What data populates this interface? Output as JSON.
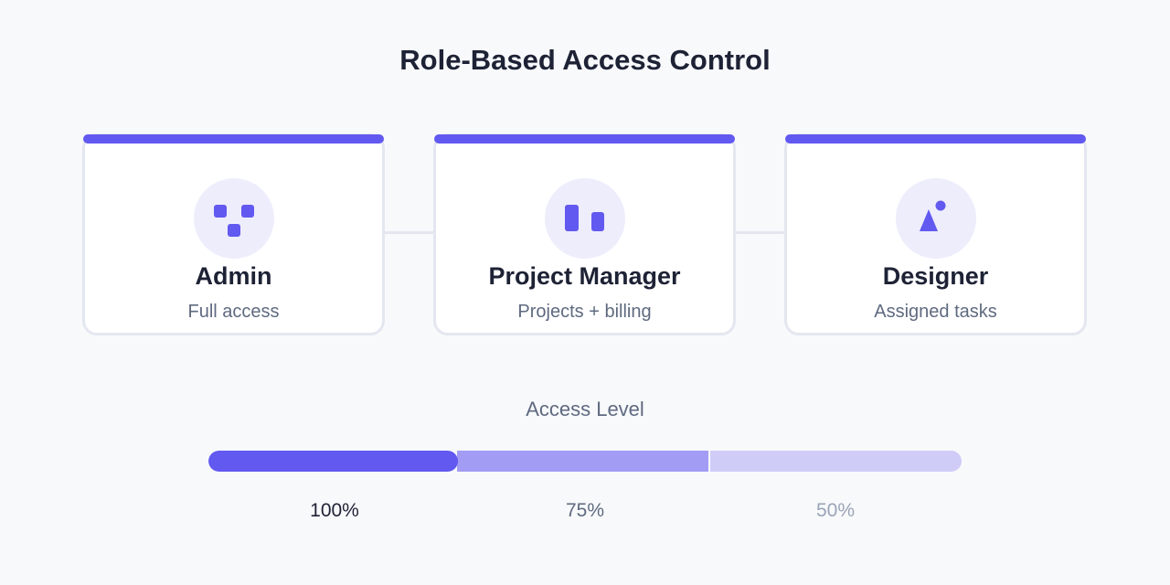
{
  "title": "Role-Based Access Control",
  "colors": {
    "accent": "#6159f0",
    "accent_mid": "#a29cf4",
    "accent_light": "#cfcdf7",
    "icon_bg": "#eeedfc",
    "card_border": "#e4e7ef"
  },
  "roles": [
    {
      "name": "Admin",
      "description": "Full access",
      "icon": "three-squares-icon"
    },
    {
      "name": "Project Manager",
      "description": "Projects + billing",
      "icon": "two-bars-icon"
    },
    {
      "name": "Designer",
      "description": "Assigned tasks",
      "icon": "triangle-dot-icon"
    }
  ],
  "access_level": {
    "label": "Access Level",
    "levels": [
      {
        "value_label": "100%",
        "value": 100
      },
      {
        "value_label": "75%",
        "value": 75
      },
      {
        "value_label": "50%",
        "value": 50
      }
    ]
  }
}
